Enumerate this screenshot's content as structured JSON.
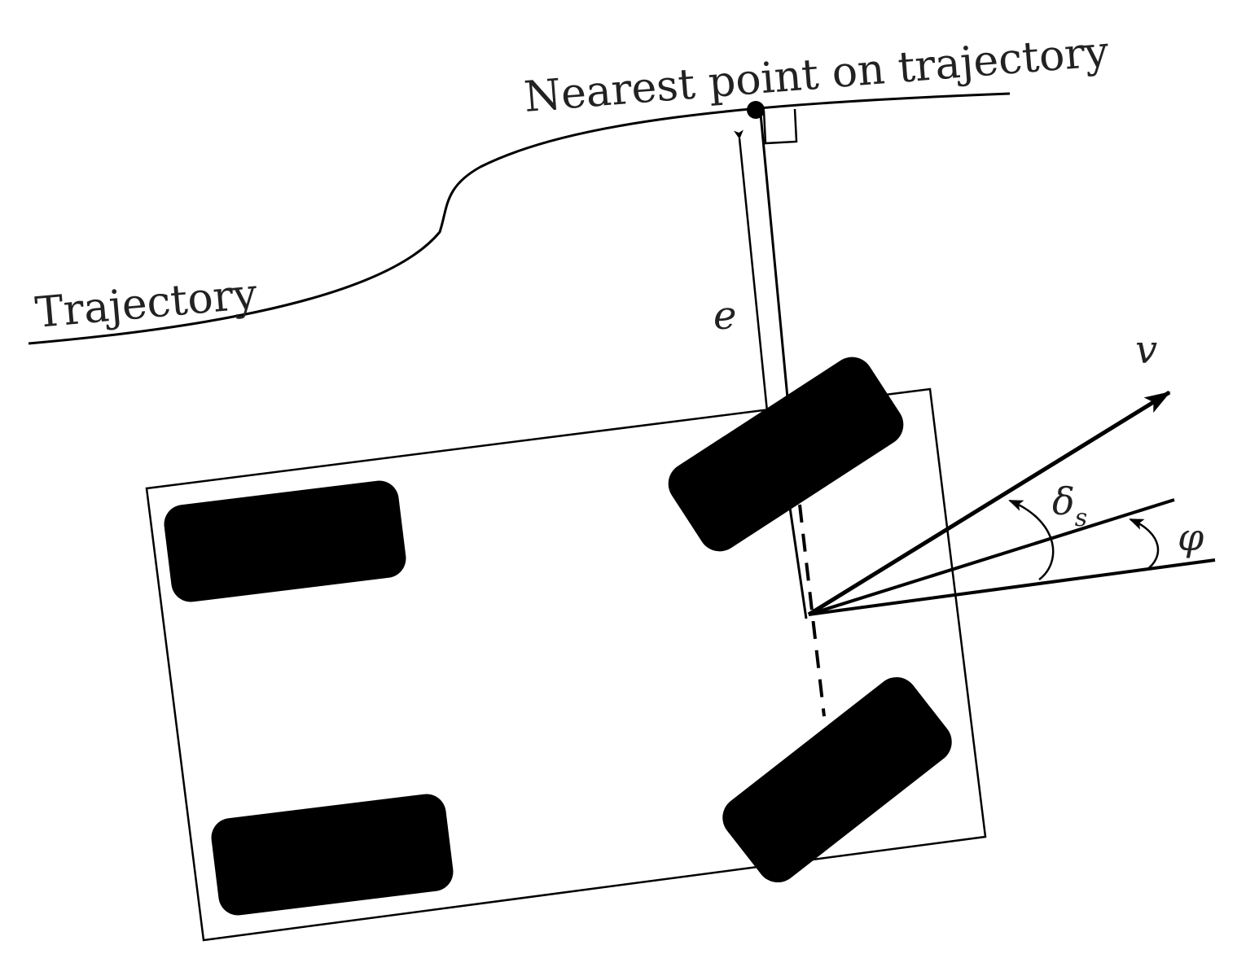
{
  "labels": {
    "nearest_point": "Nearest point on trajectory",
    "trajectory": "Trajectory",
    "error": "e",
    "velocity": "v",
    "steer_angle": "δ",
    "steer_angle_sub": "s",
    "heading_angle": "φ"
  },
  "colors": {
    "ink": "#000000",
    "text": "#222222",
    "background": "#ffffff"
  }
}
